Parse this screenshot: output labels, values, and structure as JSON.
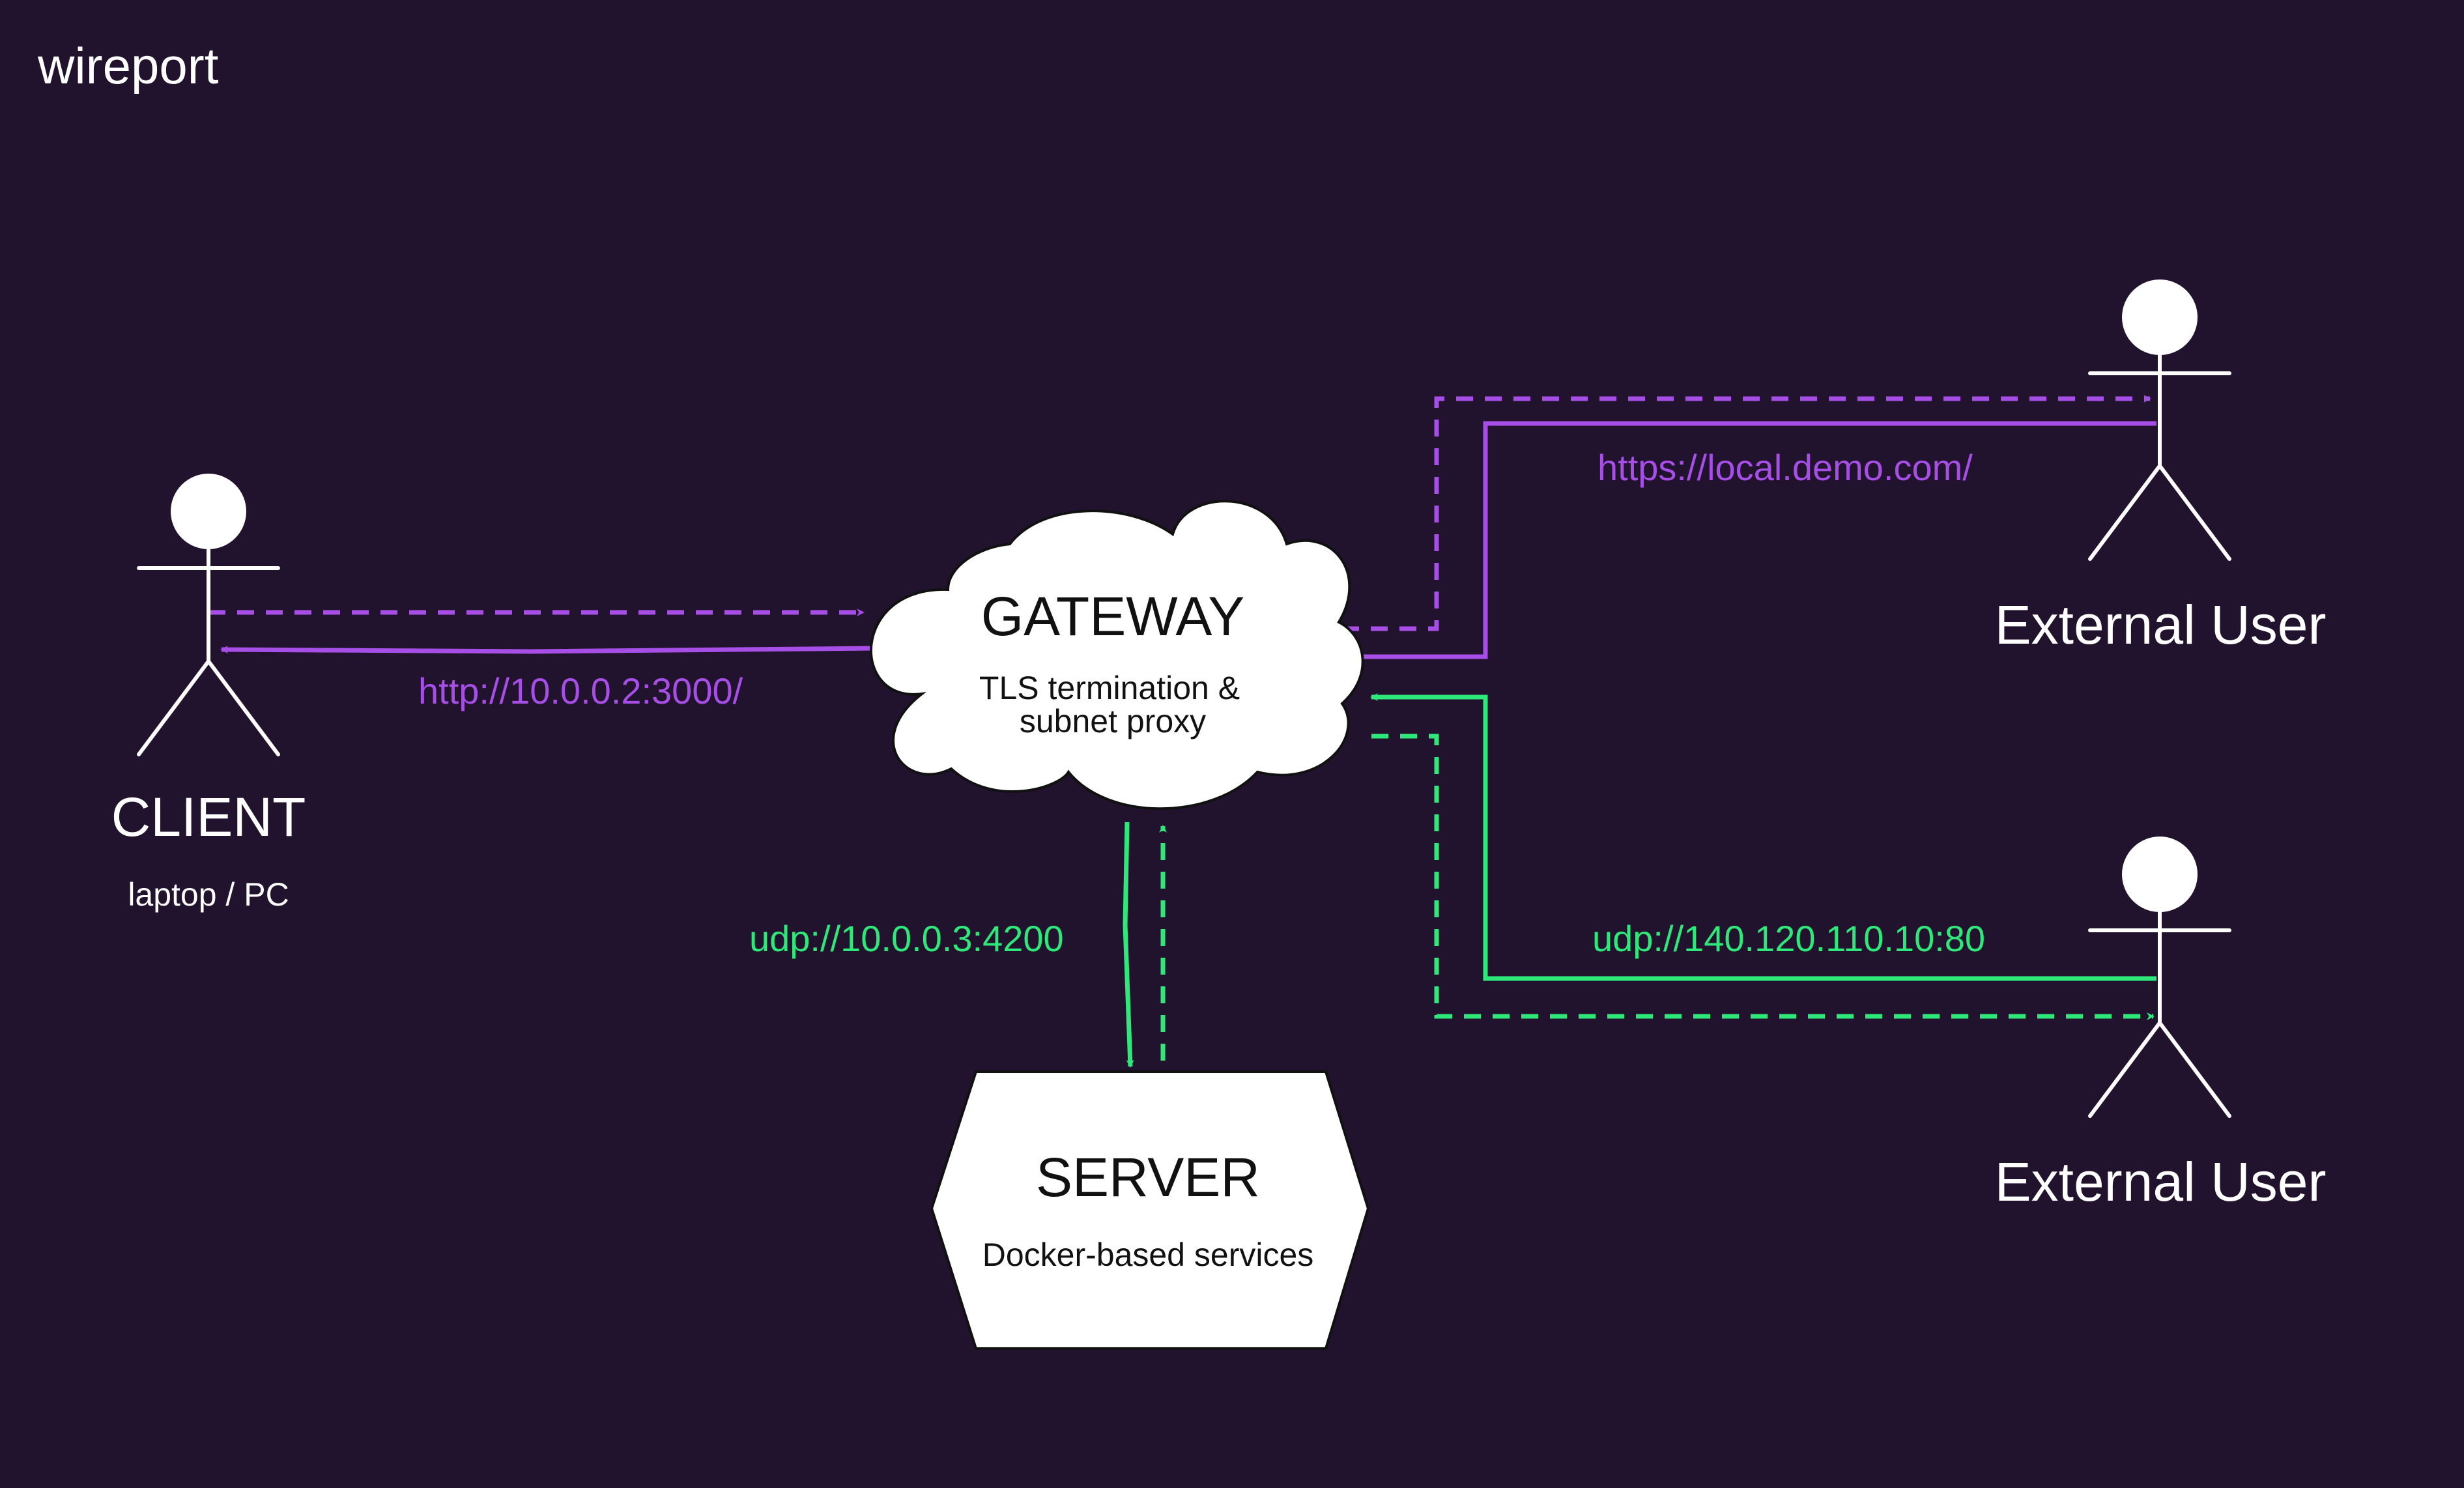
{
  "app_title": "wireport",
  "colors": {
    "background": "#21132d",
    "purple": "#a64ee6",
    "green": "#2ee87a",
    "white": "#ffffff",
    "dark_text": "#111111"
  },
  "nodes": {
    "client": {
      "title": "CLIENT",
      "subtitle": "laptop / PC",
      "icon": "stick-figure-actor"
    },
    "gateway": {
      "title": "GATEWAY",
      "subtitle_line1": "TLS termination &",
      "subtitle_line2": "subnet proxy",
      "shape": "cloud"
    },
    "server": {
      "title": "SERVER",
      "subtitle": "Docker-based services",
      "shape": "hexagon"
    },
    "external_user_1": {
      "title": "External User",
      "icon": "stick-figure-actor"
    },
    "external_user_2": {
      "title": "External User",
      "icon": "stick-figure-actor"
    }
  },
  "connections": {
    "client_link": {
      "label": "http://10.0.0.2:3000/",
      "color": "purple"
    },
    "external_https_link": {
      "label": "https://local.demo.com/",
      "color": "purple"
    },
    "server_link": {
      "label": "udp://10.0.0.3:4200",
      "color": "green"
    },
    "external_udp_link": {
      "label": "udp://140.120.110.10:80",
      "color": "green"
    }
  }
}
